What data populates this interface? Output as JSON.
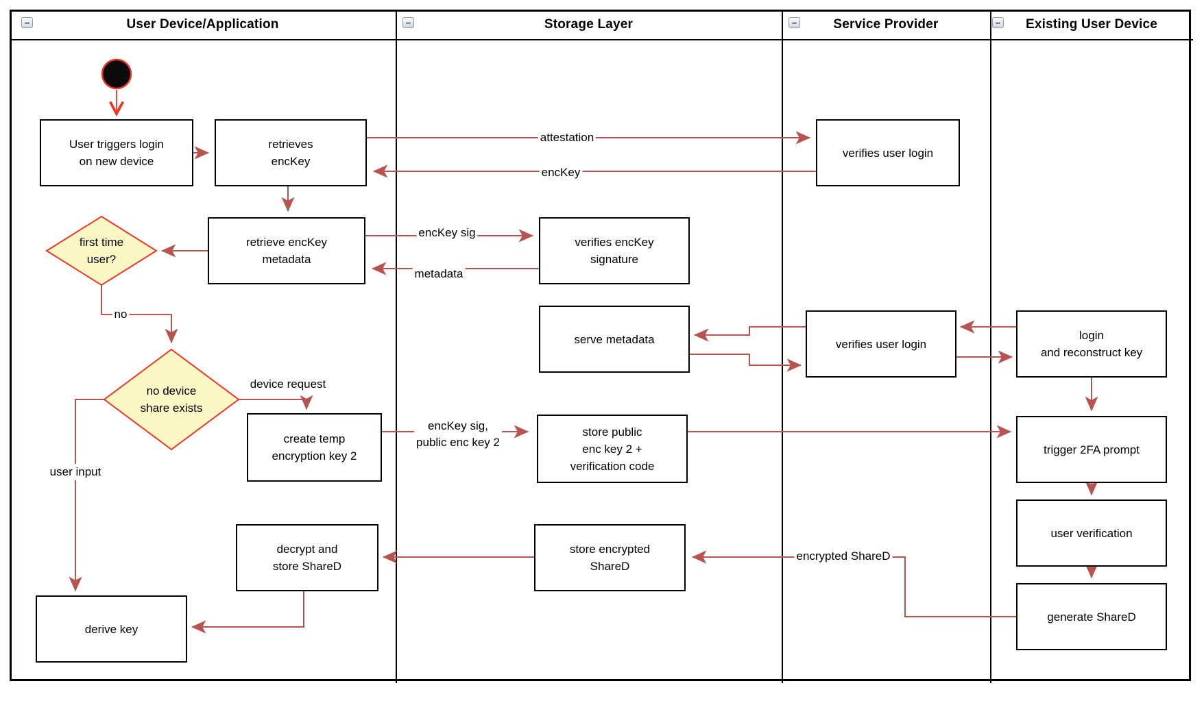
{
  "lanes": [
    {
      "title": "User Device/Application"
    },
    {
      "title": "Storage Layer"
    },
    {
      "title": "Service Provider"
    },
    {
      "title": "Existing User Device"
    }
  ],
  "ui": {
    "collapse_glyph": "−"
  },
  "colors": {
    "arrow": "#B85450",
    "accent_red": "#EE3524",
    "diamond_fill": "#FBF7C4",
    "node_border": "#000000",
    "lane_border": "#000000",
    "start_fill": "#0B0B0B"
  },
  "nodes": {
    "user_triggers": {
      "label": "User triggers login\non new device"
    },
    "retrieves_enckey": {
      "label": "retrieves\nencKey"
    },
    "verifies_user_login_1": {
      "label": "verifies user login"
    },
    "retrieve_metadata": {
      "label": "retrieve encKey\nmetadata"
    },
    "verifies_signature": {
      "label": "verifies encKey\nsignature"
    },
    "first_time_user": {
      "label": "first time\nuser?"
    },
    "serve_metadata": {
      "label": "serve metadata"
    },
    "verifies_user_login_2": {
      "label": "verifies user login"
    },
    "login_reconstruct": {
      "label": "login\nand reconstruct key"
    },
    "no_device_share": {
      "label": "no device\nshare exists"
    },
    "create_temp_key": {
      "label": "create temp\nencryption key 2"
    },
    "store_public_key": {
      "label": "store public\nenc key 2 +\nverification code"
    },
    "trigger_2fa": {
      "label": "trigger 2FA prompt"
    },
    "user_verification": {
      "label": "user verification"
    },
    "store_encrypted": {
      "label": "store encrypted\nShareD"
    },
    "decrypt_store": {
      "label": "decrypt and\nstore ShareD"
    },
    "generate_shared": {
      "label": "generate ShareD"
    },
    "derive_key": {
      "label": "derive key"
    }
  },
  "edge_labels": {
    "attestation": "attestation",
    "enckey": "encKey",
    "enckey_sig": "encKey sig",
    "metadata": "metadata",
    "no": "no",
    "device_request": "device request",
    "user_input": "user input",
    "enckey_sig_public": "encKey sig,\npublic enc key 2",
    "encrypted_shared": "encrypted ShareD"
  }
}
